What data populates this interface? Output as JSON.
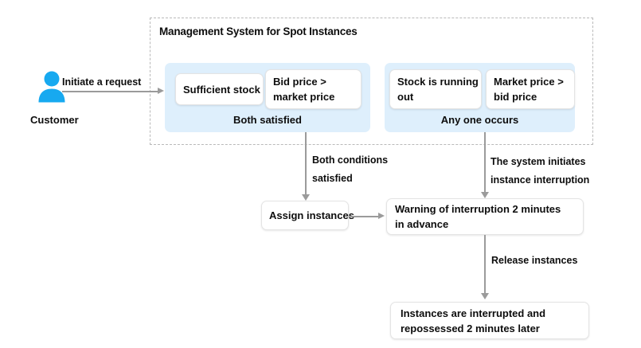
{
  "diagram": {
    "title": "Management System for Spot Instances",
    "actor": {
      "icon": "user-icon",
      "label": "Customer"
    },
    "edges": {
      "initiate_request": "Initiate a request",
      "both_conditions_line1": "Both conditions",
      "both_conditions_line2": "satisfied",
      "system_initiates_line1": "The system initiates",
      "system_initiates_line2": "instance interruption",
      "release_instances": "Release instances"
    },
    "panels": [
      {
        "id": "both-satisfied",
        "caption": "Both satisfied",
        "conditions": [
          {
            "lines": [
              "Sufficient stock"
            ]
          },
          {
            "lines": [
              "Bid price >",
              "market price"
            ]
          }
        ]
      },
      {
        "id": "any-one-occurs",
        "caption": "Any one occurs",
        "conditions": [
          {
            "lines": [
              "Stock is running",
              "out"
            ]
          },
          {
            "lines": [
              "Market price >",
              "bid price"
            ]
          }
        ]
      }
    ],
    "nodes": {
      "assign_instances": {
        "lines": [
          "Assign instances"
        ]
      },
      "warning": {
        "lines": [
          "Warning of interruption 2 minutes",
          "in advance"
        ]
      },
      "final": {
        "lines": [
          "Instances are interrupted and",
          "repossessed 2 minutes later"
        ]
      }
    },
    "colors": {
      "panel_background": "#deeffc",
      "actor_icon": "#17a9f0",
      "arrow": "#9b9b9b",
      "dashed_border": "#b9b9b9",
      "text": "#0d0d0d"
    }
  }
}
